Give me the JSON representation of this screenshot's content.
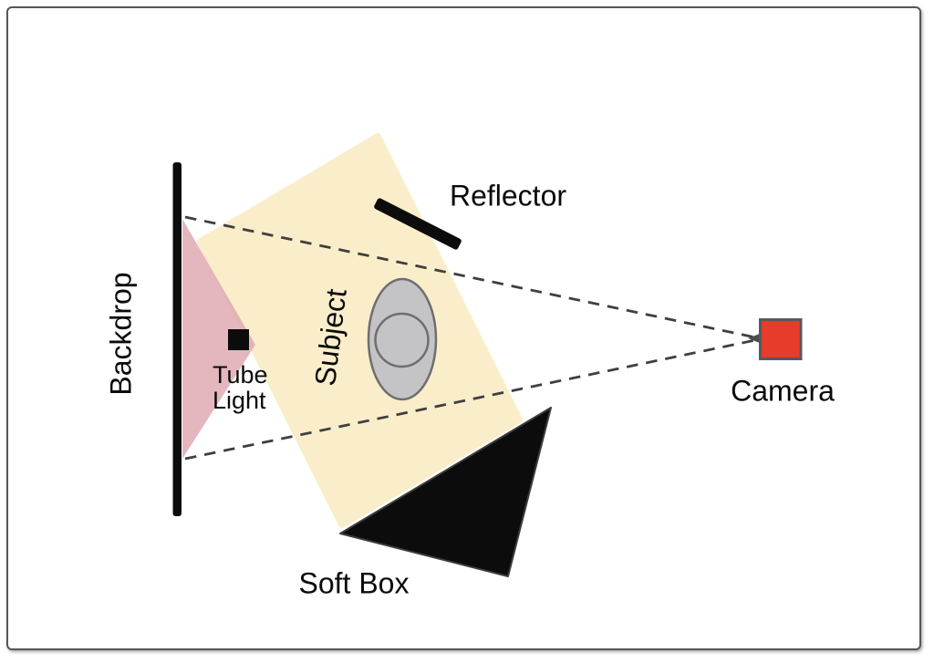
{
  "diagram": {
    "subject_area": "photography lighting setup",
    "labels": {
      "backdrop": "Backdrop",
      "tube_light_line1": "Tube",
      "tube_light_line2": "Light",
      "subject": "Subject",
      "reflector": "Reflector",
      "soft_box": "Soft Box",
      "camera": "Camera"
    },
    "colors": {
      "beam_yellow": "#faeeca",
      "beam_pink": "rgba(222,167,177,0.82)",
      "shape_black": "#0c0c0c",
      "triangle_stroke": "#3c3c3c",
      "dash_gray": "#3f3f3f",
      "subject_fill": "#c4c4c6",
      "subject_stroke": "#6e6e71",
      "camera_red": "#e73b2b",
      "camera_border": "#58595c",
      "arrow_gray": "#4b4c4e",
      "frame_border": "#56565a"
    }
  }
}
